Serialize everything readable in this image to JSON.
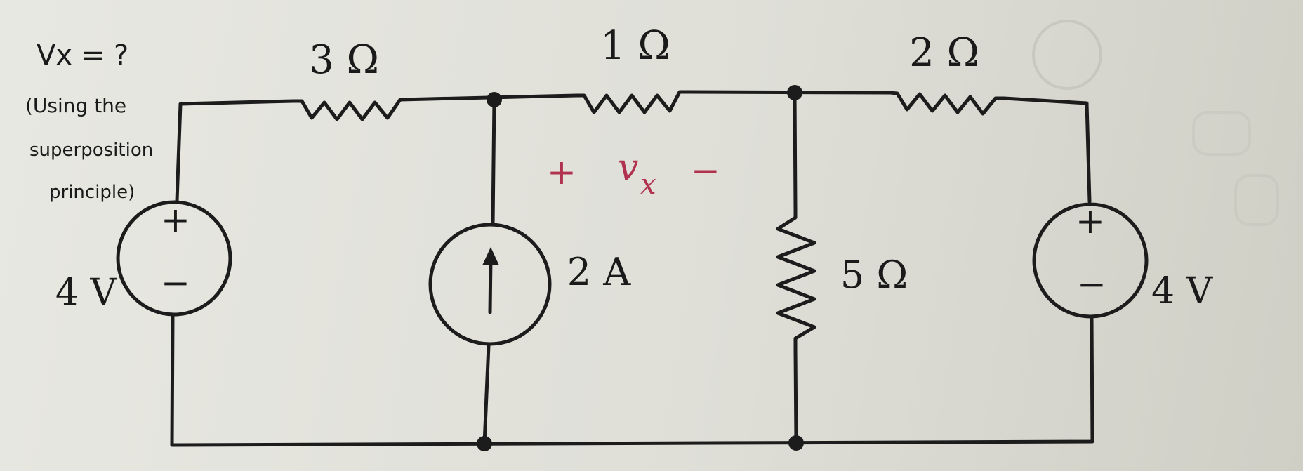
{
  "handwriting": {
    "question": "Vx = ?",
    "line1": "(Using the",
    "line2": "superposition",
    "line3": "principle)"
  },
  "components": {
    "r1": "3 Ω",
    "r2": "1 Ω",
    "r3": "2 Ω",
    "r4": "5 Ω",
    "current_source": "2 A",
    "voltage_left": "4 V",
    "voltage_right": "4 V"
  },
  "measure": {
    "plus": "+",
    "minus": "−",
    "v": "v",
    "sub": "x"
  },
  "signs": {
    "plus": "+",
    "minus": "−"
  },
  "colors": {
    "wire": "#1c1c1c",
    "measure": "#b0324e"
  }
}
